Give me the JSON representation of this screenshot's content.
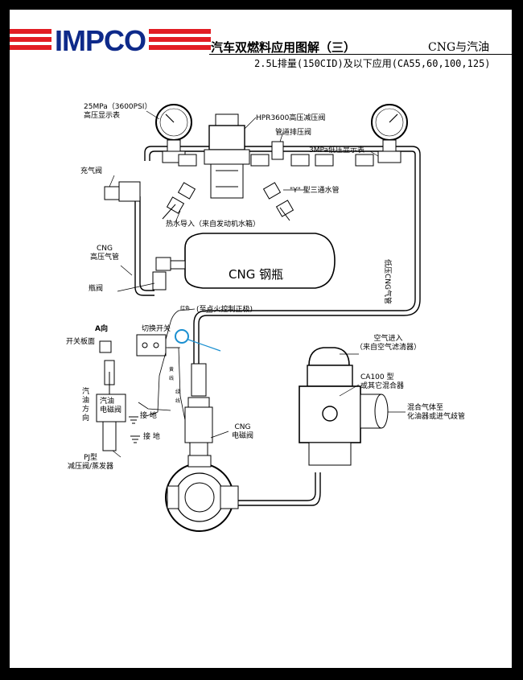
{
  "header": {
    "brand": "IMPCO",
    "title": "汽车双燃料应用图解（三）",
    "subtitle": "CNG与汽油",
    "spec": "2.5L排量(150CID)及以下应用(CA55,60,100,125)"
  },
  "labels": {
    "hp_gauge": "25MPa（3600PSI）\n高压显示表",
    "hpr_valve": "HPR3600高压减压阀",
    "pipe_fitting": "管道排压阀",
    "lp_gauge": "3MPa低压显示表",
    "fill_valve": "充气阀",
    "y_tee": "\"Y\" 型三通水管",
    "hot_water": "热水导入（来自发动机水箱）",
    "cng_hp_pipe": "CNG\n高压气管",
    "tank": "CNG 钢瓶",
    "bottle_valve": "瓶阀",
    "red_wire": "红色",
    "to_ignition": "(至点火控制正极)",
    "switch": "切换开关",
    "view_a": "A向",
    "switch_panel": "开关板面",
    "yellow_wire": "黄线",
    "green_wire": "绿线",
    "fuel_direction": "汽\n油\n方\n向",
    "fuel_solenoid": "汽油\n电磁阀",
    "ground1": "接 地",
    "ground2": "接 地",
    "pj_regulator": "PJ型\n减压阀/蒸发器",
    "cng_solenoid": "CNG\n电磁阀",
    "air_inlet": "空气进入\n（来自空气滤清器）",
    "ca100": "CA100 型\n或其它混合器",
    "mixture_to": "混合气体至\n化油器或进气歧管",
    "lp_cng_pipe": "低压CNG气管"
  },
  "colors": {
    "brand_red": "#e21d24",
    "brand_blue": "#0e2a8a",
    "highlight_circle": "#1a8fd0"
  }
}
